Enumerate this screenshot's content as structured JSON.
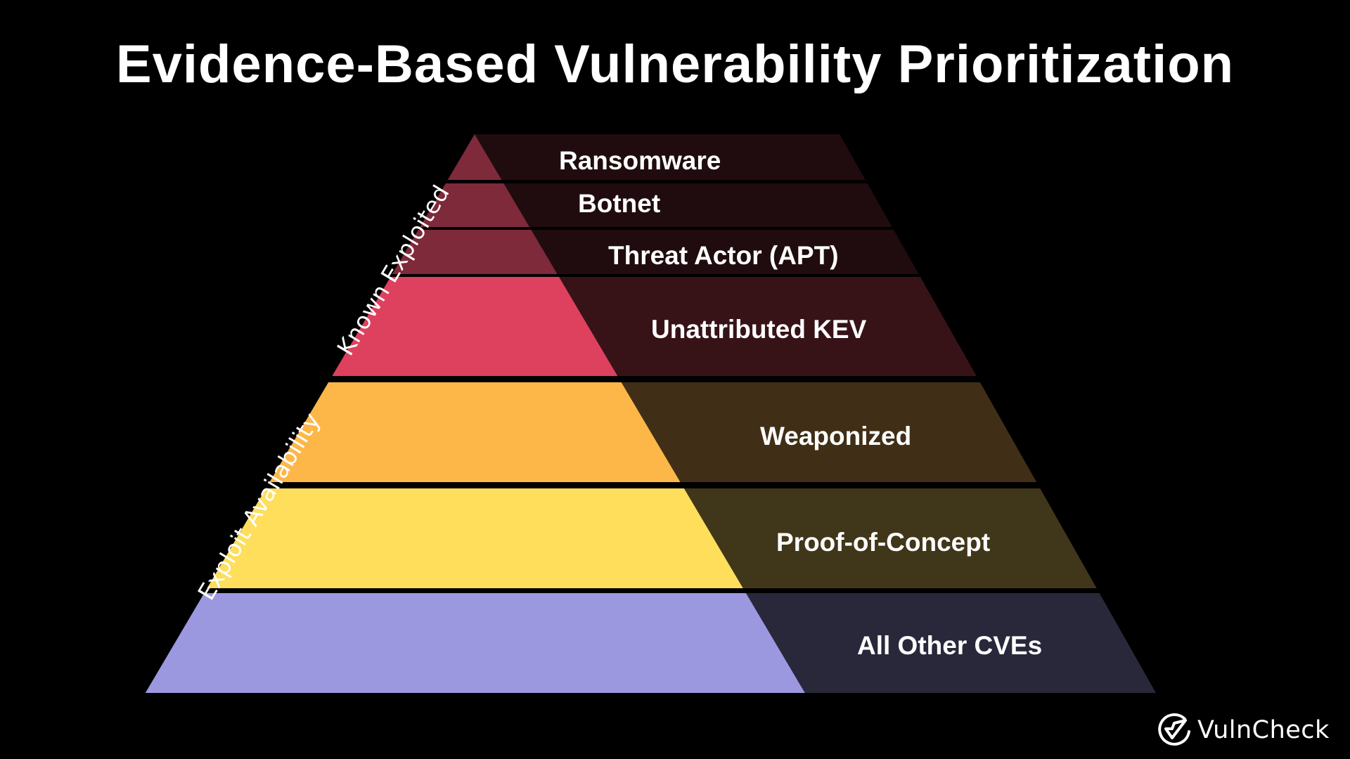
{
  "title": "Evidence-Based Vulnerability Prioritization",
  "side_labels": {
    "known_exploited": "Known Exploited",
    "exploit_availability": "Exploit Availability"
  },
  "tiers": [
    {
      "label": "Ransomware",
      "group": "Known Exploited",
      "left_color": "#7e2a3a",
      "right_color": "#200c0f"
    },
    {
      "label": "Botnet",
      "group": "Known Exploited",
      "left_color": "#7e2a3a",
      "right_color": "#200c0f"
    },
    {
      "label": "Threat Actor (APT)",
      "group": "Known Exploited",
      "left_color": "#7e2a3a",
      "right_color": "#200c0f"
    },
    {
      "label": "Unattributed KEV",
      "group": "Known Exploited",
      "left_color": "#de415d",
      "right_color": "#371318"
    },
    {
      "label": "Weaponized",
      "group": "Exploit Availability",
      "left_color": "#fdb748",
      "right_color": "#402f16"
    },
    {
      "label": "Proof-of-Concept",
      "group": "Exploit Availability",
      "left_color": "#fede5b",
      "right_color": "#403619"
    },
    {
      "label": "All Other CVEs",
      "group": "",
      "left_color": "#9c98e0",
      "right_color": "#29283b"
    }
  ],
  "logo": {
    "icon": "check-circle-icon",
    "text": "VulnCheck"
  }
}
